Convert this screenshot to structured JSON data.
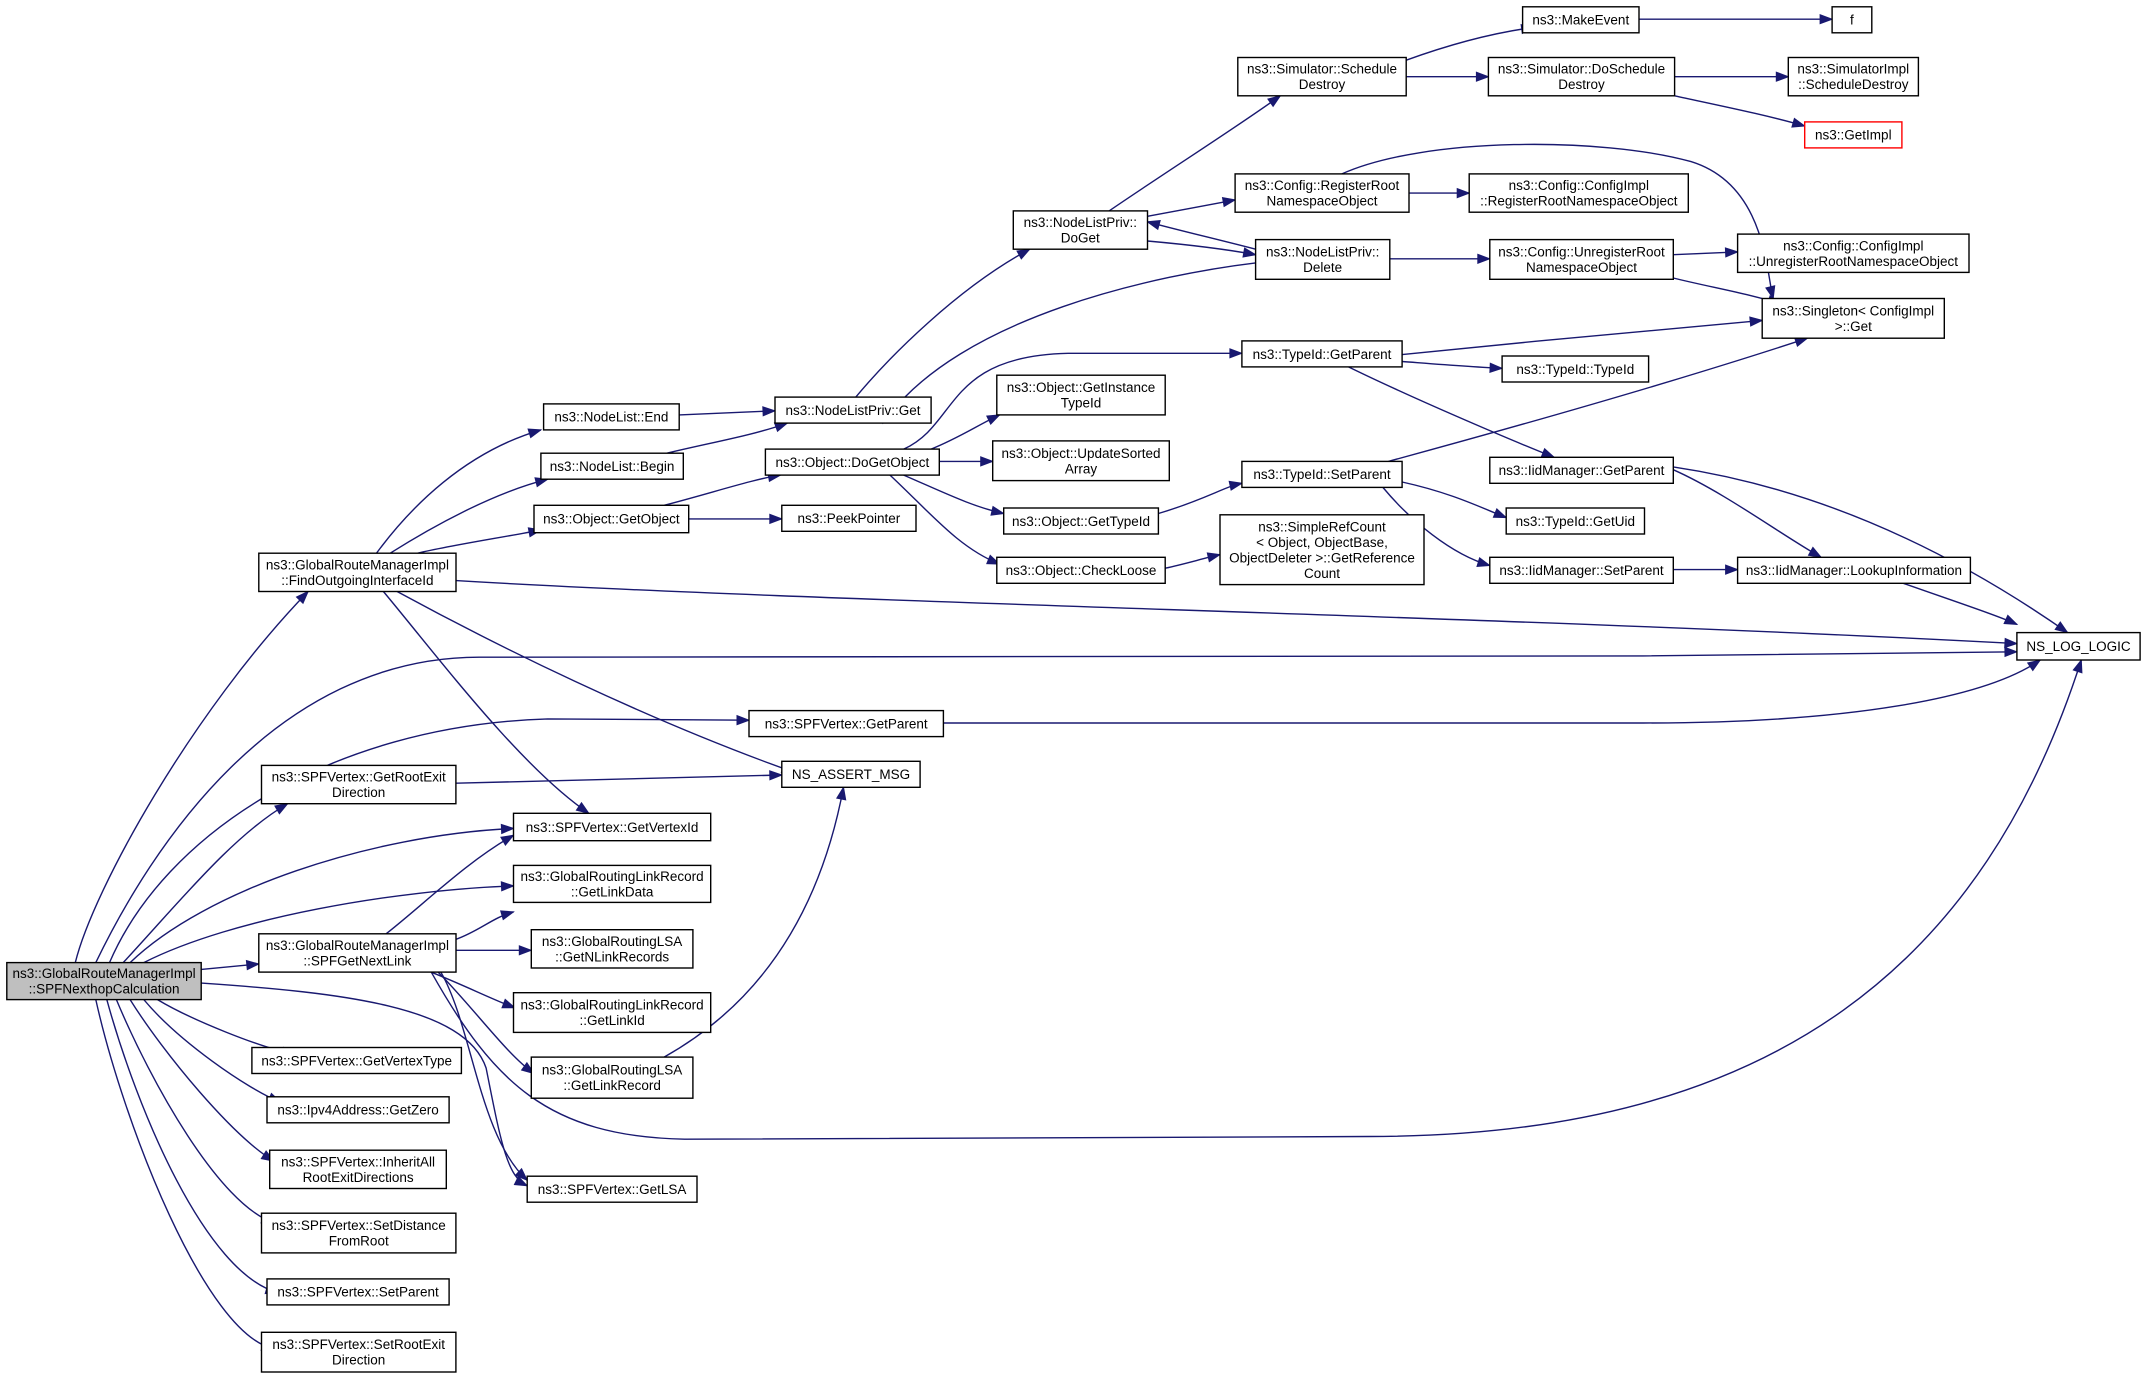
{
  "graph": {
    "nodes": [
      {
        "id": "root",
        "lines": [
          "ns3::GlobalRouteManagerImpl",
          "::SPFNexthopCalculation"
        ],
        "kind": "root"
      },
      {
        "id": "findOut",
        "lines": [
          "ns3::GlobalRouteManagerImpl",
          "::FindOutgoingInterfaceId"
        ]
      },
      {
        "id": "spfNext",
        "lines": [
          "ns3::GlobalRouteManagerImpl",
          "::SPFGetNextLink"
        ]
      },
      {
        "id": "rootExit",
        "lines": [
          "ns3::SPFVertex::GetRootExit",
          "Direction"
        ]
      },
      {
        "id": "vertexType",
        "lines": [
          "ns3::SPFVertex::GetVertexType"
        ]
      },
      {
        "id": "ipv4Zero",
        "lines": [
          "ns3::Ipv4Address::GetZero"
        ]
      },
      {
        "id": "inheritAll",
        "lines": [
          "ns3::SPFVertex::InheritAll",
          "RootExitDirections"
        ]
      },
      {
        "id": "setDist",
        "lines": [
          "ns3::SPFVertex::SetDistance",
          "FromRoot"
        ]
      },
      {
        "id": "setParentV",
        "lines": [
          "ns3::SPFVertex::SetParent"
        ]
      },
      {
        "id": "setRootExit",
        "lines": [
          "ns3::SPFVertex::SetRootExit",
          "Direction"
        ]
      },
      {
        "id": "nlEnd",
        "lines": [
          "ns3::NodeList::End"
        ]
      },
      {
        "id": "nlBegin",
        "lines": [
          "ns3::NodeList::Begin"
        ]
      },
      {
        "id": "getObject",
        "lines": [
          "ns3::Object::GetObject"
        ]
      },
      {
        "id": "vertexId",
        "lines": [
          "ns3::SPFVertex::GetVertexId"
        ]
      },
      {
        "id": "linkData",
        "lines": [
          "ns3::GlobalRoutingLinkRecord",
          "::GetLinkData"
        ]
      },
      {
        "id": "nLinkRecords",
        "lines": [
          "ns3::GlobalRoutingLSA",
          "::GetNLinkRecords"
        ]
      },
      {
        "id": "linkId",
        "lines": [
          "ns3::GlobalRoutingLinkRecord",
          "::GetLinkId"
        ]
      },
      {
        "id": "linkRecord",
        "lines": [
          "ns3::GlobalRoutingLSA",
          "::GetLinkRecord"
        ]
      },
      {
        "id": "getLsa",
        "lines": [
          "ns3::SPFVertex::GetLSA"
        ]
      },
      {
        "id": "nlpGet",
        "lines": [
          "ns3::NodeListPriv::Get"
        ]
      },
      {
        "id": "doGetObject",
        "lines": [
          "ns3::Object::DoGetObject"
        ]
      },
      {
        "id": "peekPointer",
        "lines": [
          "ns3::PeekPointer"
        ]
      },
      {
        "id": "spfGetParent",
        "lines": [
          "ns3::SPFVertex::GetParent"
        ]
      },
      {
        "id": "assertMsg",
        "lines": [
          "NS_ASSERT_MSG"
        ]
      },
      {
        "id": "nlpDoGet",
        "lines": [
          "ns3::NodeListPriv::",
          "DoGet"
        ]
      },
      {
        "id": "getInstTypeId",
        "lines": [
          "ns3::Object::GetInstance",
          "TypeId"
        ]
      },
      {
        "id": "updateSorted",
        "lines": [
          "ns3::Object::UpdateSorted",
          "Array"
        ]
      },
      {
        "id": "getTypeId",
        "lines": [
          "ns3::Object::GetTypeId"
        ]
      },
      {
        "id": "checkLoose",
        "lines": [
          "ns3::Object::CheckLoose"
        ]
      },
      {
        "id": "schedDestroy",
        "lines": [
          "ns3::Simulator::Schedule",
          "Destroy"
        ]
      },
      {
        "id": "regRoot",
        "lines": [
          "ns3::Config::RegisterRoot",
          "NamespaceObject"
        ]
      },
      {
        "id": "nlpDelete",
        "lines": [
          "ns3::NodeListPriv::",
          "Delete"
        ]
      },
      {
        "id": "typeIdGetParent",
        "lines": [
          "ns3::TypeId::GetParent"
        ]
      },
      {
        "id": "typeIdSetParent",
        "lines": [
          "ns3::TypeId::SetParent"
        ]
      },
      {
        "id": "simpleRef",
        "lines": [
          "ns3::SimpleRefCount",
          "< Object, ObjectBase,",
          "ObjectDeleter >::GetReference",
          "Count"
        ]
      },
      {
        "id": "makeEvent",
        "lines": [
          "ns3::MakeEvent"
        ]
      },
      {
        "id": "doSchedDestroy",
        "lines": [
          "ns3::Simulator::DoSchedule",
          "Destroy"
        ]
      },
      {
        "id": "cfgRegRoot",
        "lines": [
          "ns3::Config::ConfigImpl",
          "::RegisterRootNamespaceObject"
        ]
      },
      {
        "id": "unregRoot",
        "lines": [
          "ns3::Config::UnregisterRoot",
          "NamespaceObject"
        ]
      },
      {
        "id": "typeIdTypeId",
        "lines": [
          "ns3::TypeId::TypeId"
        ]
      },
      {
        "id": "iidGetParent",
        "lines": [
          "ns3::IidManager::GetParent"
        ]
      },
      {
        "id": "typeIdGetUid",
        "lines": [
          "ns3::TypeId::GetUid"
        ]
      },
      {
        "id": "iidSetParent",
        "lines": [
          "ns3::IidManager::SetParent"
        ]
      },
      {
        "id": "f",
        "lines": [
          "f"
        ]
      },
      {
        "id": "simImplSched",
        "lines": [
          "ns3::SimulatorImpl",
          "::ScheduleDestroy"
        ]
      },
      {
        "id": "getImpl",
        "lines": [
          "ns3::GetImpl"
        ],
        "kind": "missing"
      },
      {
        "id": "cfgUnreg",
        "lines": [
          "ns3::Config::ConfigImpl",
          "::UnregisterRootNamespaceObject"
        ]
      },
      {
        "id": "singletonGet",
        "lines": [
          "ns3::Singleton< ConfigImpl",
          " >::Get"
        ]
      },
      {
        "id": "lookupInfo",
        "lines": [
          "ns3::IidManager::LookupInformation"
        ]
      },
      {
        "id": "nsLogLogic",
        "lines": [
          "NS_LOG_LOGIC"
        ]
      }
    ]
  }
}
